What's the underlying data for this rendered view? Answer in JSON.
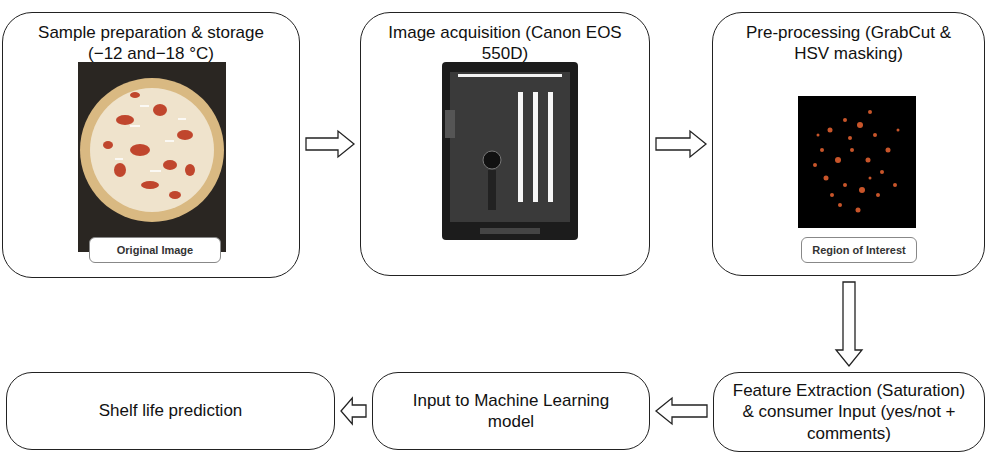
{
  "diagram": {
    "nodes": [
      {
        "text": [
          "Sample preparation & storage (−12 and−18 °C)"
        ]
      },
      {
        "text": [
          "Original Image"
        ],
        "in": 0
      },
      {
        "text": [
          "Image acquisition (Canon EOS 550D)"
        ]
      },
      {
        "text": [
          "Pre-processing (GrabCut & HSV masking)"
        ]
      },
      {
        "text": [
          "Region of Interest"
        ],
        "in": 3
      },
      {
        "text": [
          "Feature Extraction (Saturation) & consumer Input (yes/not + comments)"
        ]
      },
      {
        "text": [
          "Input to Machine Learning model"
        ]
      },
      {
        "text": [
          "Shelf life prediction"
        ]
      }
    ],
    "edges": [
      {
        "from": 0,
        "to": 2,
        "arrow": "to"
      },
      {
        "from": 2,
        "to": 3,
        "arrow": "to"
      },
      {
        "from": 3,
        "to": 5,
        "arrow": "to"
      },
      {
        "from": 5,
        "to": 6,
        "arrow": "to"
      },
      {
        "from": 6,
        "to": 7,
        "arrow": "to"
      }
    ]
  }
}
